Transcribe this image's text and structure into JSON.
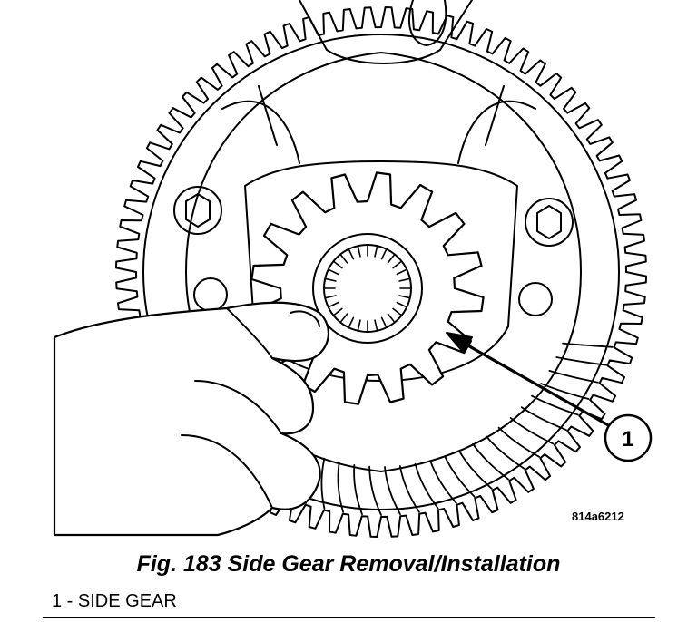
{
  "figure": {
    "image_code": "814a6212",
    "callout_number": "1",
    "caption": "Fig. 183 Side Gear Removal/Installation",
    "legend": [
      {
        "text": "1 - SIDE GEAR"
      }
    ]
  },
  "colors": {
    "ink": "#000000",
    "paper": "#ffffff"
  }
}
